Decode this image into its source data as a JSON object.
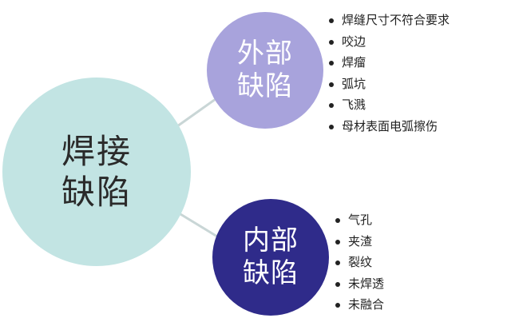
{
  "main": {
    "line1": "焊接",
    "line2": "缺陷"
  },
  "external": {
    "line1": "外部",
    "line2": "缺陷",
    "items": [
      "焊缝尺寸不符合要求",
      "咬边",
      "焊瘤",
      "弧坑",
      "飞溅",
      "母材表面电弧擦伤"
    ]
  },
  "internal": {
    "line1": "内部",
    "line2": "缺陷",
    "items": [
      "气孔",
      "夹渣",
      "裂纹",
      "未焊透",
      "未融合"
    ]
  },
  "colors": {
    "main": "#c2e4e3",
    "external": "#a8a3dc",
    "internal": "#2f2b8a",
    "connector": "#c9d6d6"
  }
}
